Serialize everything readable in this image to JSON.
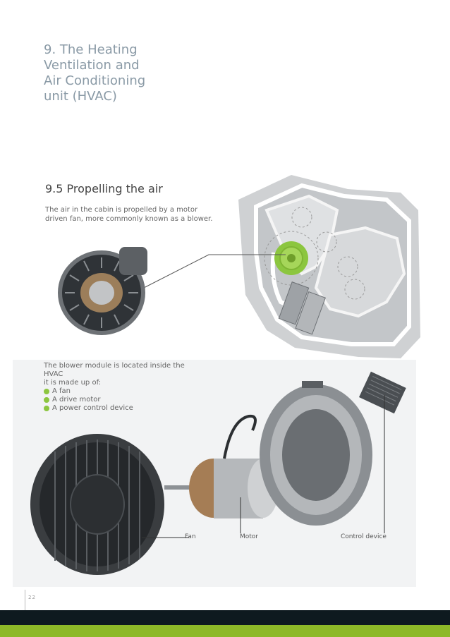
{
  "chapter": {
    "title_lines": [
      "9. The Heating",
      "Ventilation and",
      "Air Conditioning",
      "unit (HVAC)"
    ]
  },
  "section": {
    "heading": "9.5 Propelling the air",
    "intro": "The air in the cabin is propelled by a motor driven fan, more commonly known as a blower."
  },
  "module": {
    "text_line1": "The blower module is located inside the HVAC",
    "text_line2": "it is made up of:",
    "items": [
      "A fan",
      "A drive motor",
      "A power control device"
    ]
  },
  "labels": {
    "fan": "Fan",
    "motor": "Motor",
    "control": "Control device"
  },
  "page": {
    "number": "22"
  },
  "colors": {
    "accent_green": "#8cc63f",
    "footer_dark": "#0e1a1f",
    "footer_green": "#8db928",
    "title_grey": "#8a9aa6"
  }
}
